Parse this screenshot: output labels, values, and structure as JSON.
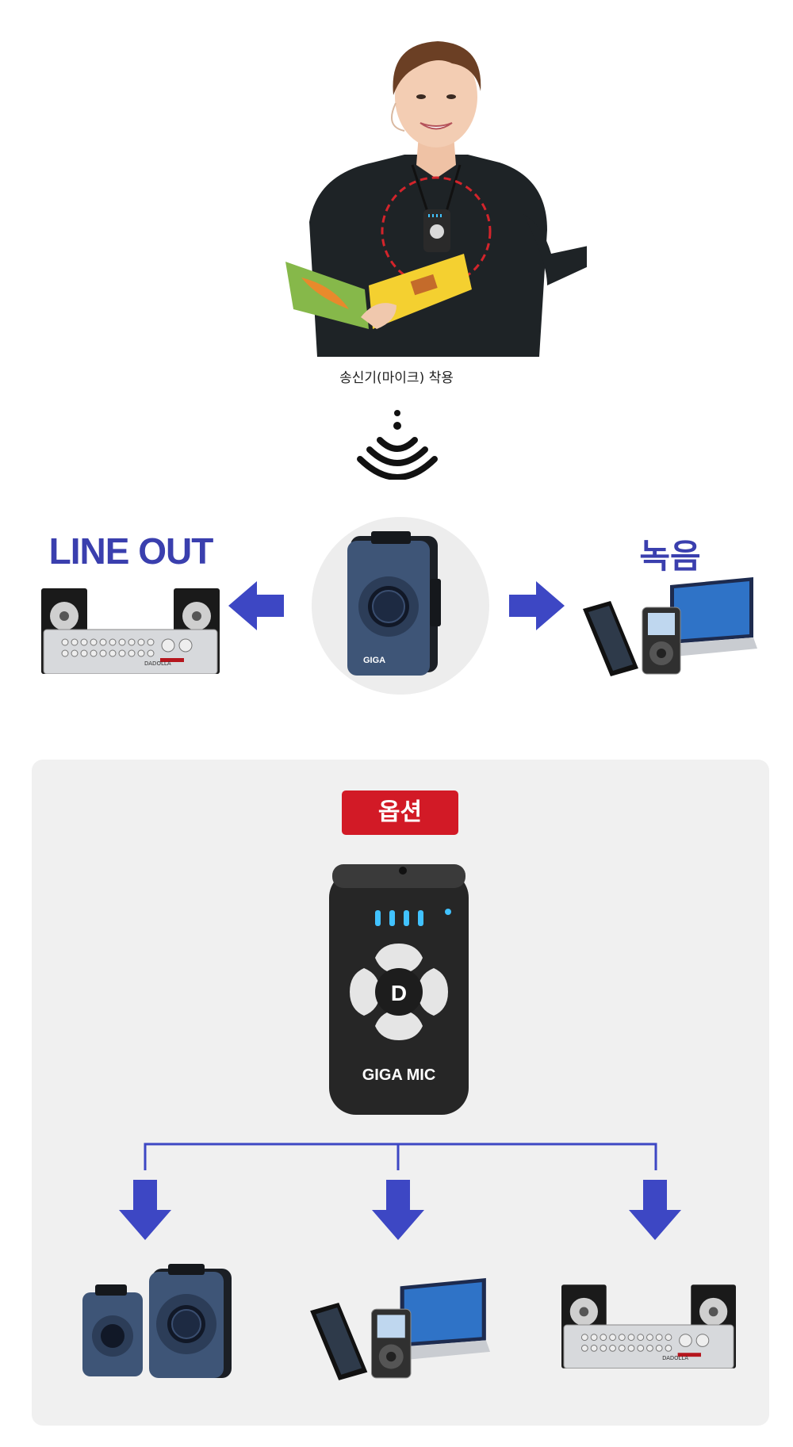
{
  "caption": "송신기(마이크) 착용",
  "lineout_label": "LINE OUT",
  "record_label": "녹음",
  "option_label": "옵션",
  "device": {
    "brand": "GIGA MIC",
    "button_center": "D",
    "led_count": 4
  },
  "amp_brand": "DADOLLA",
  "colors": {
    "accent_blue": "#3a3fae",
    "arrow_blue": "#3d47c4",
    "option_red": "#d21a26",
    "panel_bg": "#f0f0f0"
  },
  "icons": [
    "wireless-signal-icon",
    "arrow-left-icon",
    "arrow-right-icon",
    "arrow-down-icon"
  ]
}
